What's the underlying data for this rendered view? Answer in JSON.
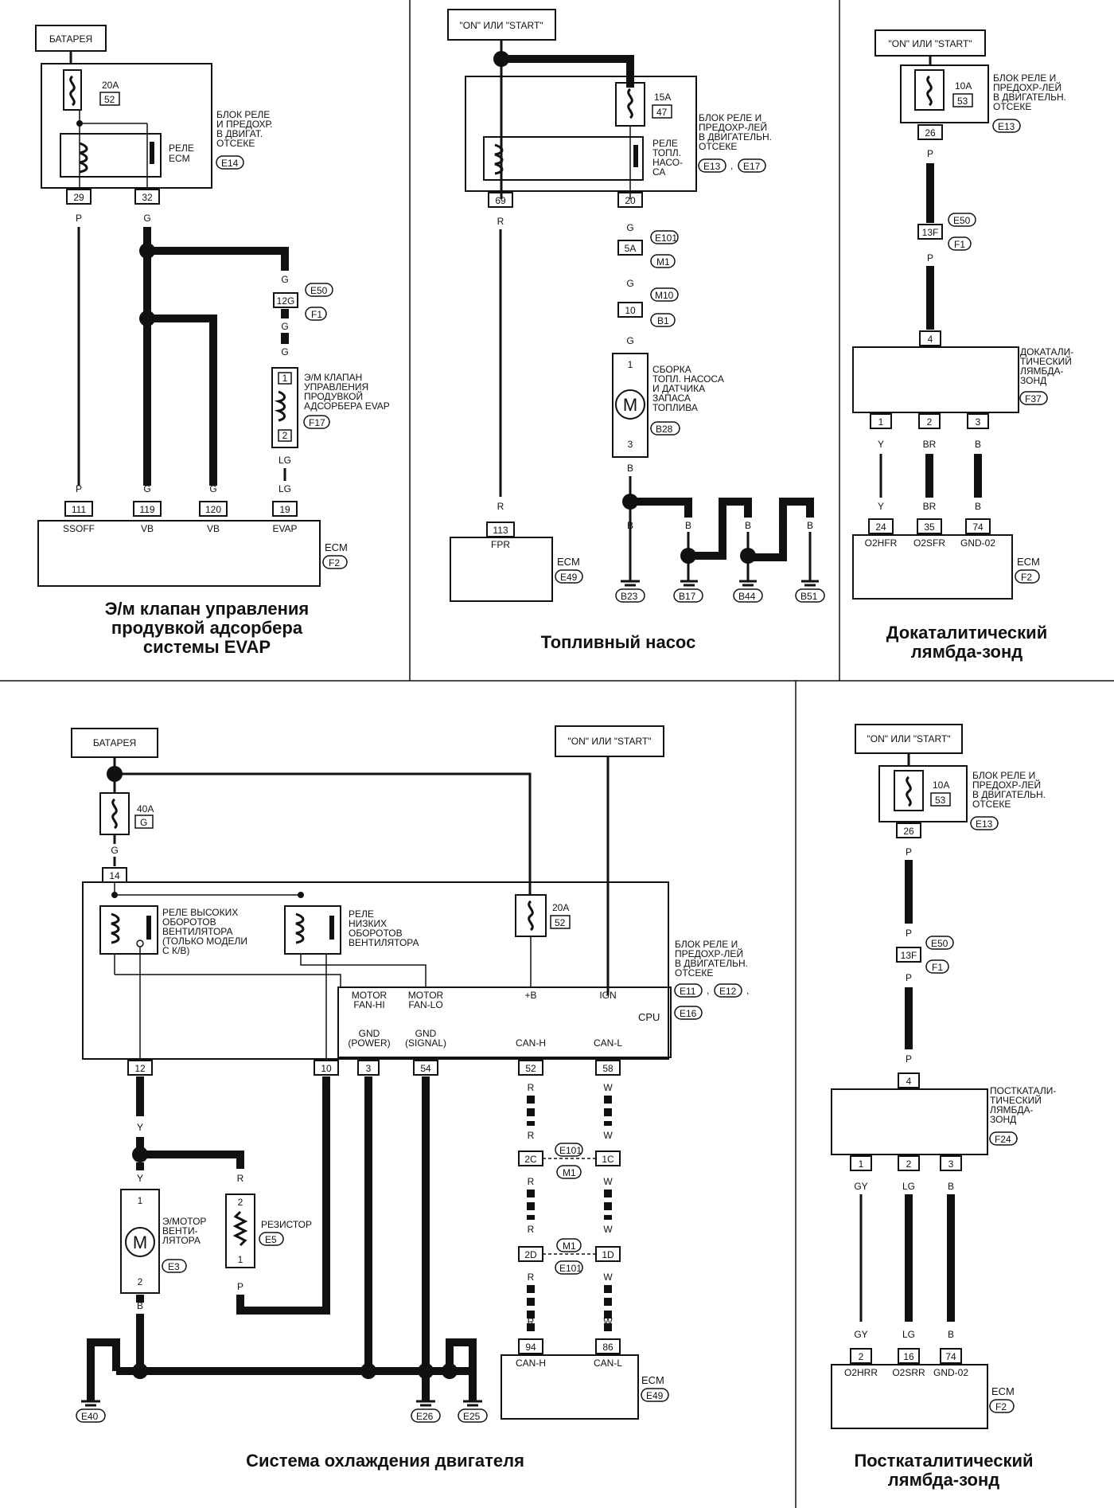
{
  "sections": {
    "evap": {
      "caption": [
        "Э/м клапан управления",
        "продувкой адсорбера",
        "системы EVAP"
      ],
      "source": "БАТАРЕЯ",
      "fuse_amp": "20A",
      "fuse_no": "52",
      "relay_label": [
        "РЕЛЕ",
        "ECM"
      ],
      "block_label": [
        "БЛОК РЕЛЕ",
        "И ПРЕДОХР.",
        "В ДВИГАТ.",
        "ОТСЕКЕ"
      ],
      "block_conn": "E14",
      "pins_top": [
        "29",
        "32"
      ],
      "wire_p": "P",
      "wire_g": "G",
      "wire_lg": "LG",
      "junction_conn": "12G",
      "junction_tags": [
        "E50",
        "F1"
      ],
      "valve_label": [
        "Э/М КЛАПАН",
        "УПРАВЛЕНИЯ",
        "ПРОДУВКОЙ",
        "АДСОРБЕРА EVAP"
      ],
      "valve_conn": "F17",
      "valve_pins": [
        "1",
        "2"
      ],
      "ecm_pins": [
        "111",
        "119",
        "120",
        "19"
      ],
      "ecm_signals": [
        "SSOFF",
        "VB",
        "VB",
        "EVAP"
      ],
      "ecm_label": "ECM",
      "ecm_conn": "F2"
    },
    "fuel_pump": {
      "caption": [
        "Топливный насос"
      ],
      "source": "\"ON\" ИЛИ \"START\"",
      "fuse_amp": "15A",
      "fuse_no": "47",
      "relay_label": [
        "РЕЛЕ",
        "ТОПЛ.",
        "НАСО-",
        "СА"
      ],
      "block_label": [
        "БЛОК РЕЛЕ И",
        "ПРЕДОХР-ЛЕЙ",
        "В ДВИГАТЕЛЬН.",
        "ОТСЕКЕ"
      ],
      "block_conns": [
        "E13",
        "E17"
      ],
      "pins_top": [
        "69",
        "20"
      ],
      "conn_5a": "5A",
      "conn_5a_tags": [
        "E101",
        "M1"
      ],
      "conn_10": "10",
      "conn_10_tags": [
        "M10",
        "B1"
      ],
      "pump_label": [
        "СБОРКА",
        "ТОПЛ. НАСОСА",
        "И ДАТЧИКА",
        "ЗАПАСА",
        "ТОПЛИВА"
      ],
      "pump_conn": "B28",
      "pump_pins": [
        "1",
        "3"
      ],
      "ecm_pin": "113",
      "ecm_signal": "FPR",
      "ecm_label": "ECM",
      "ecm_conn": "E49",
      "grounds": [
        "B23",
        "B17",
        "B44",
        "B51"
      ],
      "wire_r": "R",
      "wire_g": "G",
      "wire_b": "B"
    },
    "pre_sensor": {
      "caption": [
        "Докаталитический",
        "лямбда-зонд"
      ],
      "source": "\"ON\" ИЛИ \"START\"",
      "fuse_amp": "10A",
      "fuse_no": "53",
      "block_label": [
        "БЛОК РЕЛЕ И",
        "ПРЕДОХР-ЛЕЙ",
        "В ДВИГАТЕЛЬН.",
        "ОТСЕКЕ"
      ],
      "block_conn": "E13",
      "pin_top": "26",
      "junction_conn": "13F",
      "junction_tags": [
        "E50",
        "F1"
      ],
      "sensor_pin_top": "4",
      "sensor_label": [
        "ДОКАТАЛИ-",
        "ТИЧЕСКИЙ",
        "ЛЯМБДА-",
        "ЗОНД"
      ],
      "sensor_conn": "F37",
      "sensor_pins": [
        "1",
        "2",
        "3"
      ],
      "wires": [
        "Y",
        "BR",
        "B"
      ],
      "wire_p": "P",
      "ecm_pins": [
        "24",
        "35",
        "74"
      ],
      "ecm_signals": [
        "O2HFR",
        "O2SFR",
        "GND-02"
      ],
      "ecm_label": "ECM",
      "ecm_conn": "F2"
    },
    "cooling": {
      "caption": [
        "Система охлаждения двигателя"
      ],
      "source_bat": "БАТАРЕЯ",
      "source_ign": "\"ON\" ИЛИ \"START\"",
      "fuse40_amp": "40A",
      "fuse40_no": "G",
      "fuse20_amp": "20A",
      "fuse20_no": "52",
      "pin_in": "14",
      "relay_hi": [
        "РЕЛЕ ВЫСОКИХ",
        "ОБОРОТОВ",
        "ВЕНТИЛЯТОРА",
        "(ТОЛЬКО МОДЕЛИ",
        "С К/В)"
      ],
      "relay_lo": [
        "РЕЛЕ",
        "НИЗКИХ",
        "ОБОРОТОВ",
        "ВЕНТИЛЯТОРА"
      ],
      "block_label": [
        "БЛОК РЕЛЕ И",
        "ПРЕДОХР-ЛЕЙ",
        "В ДВИГАТЕЛЬН.",
        "ОТСЕКЕ"
      ],
      "block_conns": [
        "E11",
        "E12",
        "E16"
      ],
      "cpu_label": "CPU",
      "cpu_top": [
        "MOTOR",
        "FAN-HI",
        "MOTOR",
        "FAN-LO",
        "+B",
        "IGN"
      ],
      "cpu_bottom": [
        "GND",
        "(POWER)",
        "GND",
        "(SIGNAL)",
        "CAN-H",
        "CAN-L"
      ],
      "pins_bottom": [
        "12",
        "10",
        "3",
        "54",
        "52",
        "58"
      ],
      "wires": [
        "G",
        "Y",
        "R",
        "P",
        "B",
        "W"
      ],
      "motor_label": [
        "Э/МОТОР",
        "ВЕНТИ-",
        "ЛЯТОРА"
      ],
      "motor_conn": "E3",
      "motor_pins": [
        "1",
        "2"
      ],
      "resistor_label": "РЕЗИСТОР",
      "resistor_conn": "E5",
      "resistor_pins": [
        "2",
        "1"
      ],
      "can_conns": [
        "2C",
        "1C",
        "2D",
        "1D"
      ],
      "can_tags": [
        "E101",
        "M1",
        "M1",
        "E101"
      ],
      "ecm_pins": [
        "94",
        "86"
      ],
      "ecm_signals": [
        "CAN-H",
        "CAN-L"
      ],
      "ecm_label": "ECM",
      "ecm_conn": "E49",
      "grounds": [
        "E40",
        "E26",
        "E25"
      ]
    },
    "post_sensor": {
      "caption": [
        "Посткаталитический",
        "лямбда-зонд"
      ],
      "source": "\"ON\" ИЛИ \"START\"",
      "fuse_amp": "10A",
      "fuse_no": "53",
      "block_label": [
        "БЛОК РЕЛЕ И",
        "ПРЕДОХР-ЛЕЙ",
        "В ДВИГАТЕЛЬН.",
        "ОТСЕКЕ"
      ],
      "block_conn": "E13",
      "pin_top": "26",
      "junction_conn": "13F",
      "junction_tags": [
        "E50",
        "F1"
      ],
      "sensor_pin_top": "4",
      "sensor_label": [
        "ПОСТКАТАЛИ-",
        "ТИЧЕСКИЙ",
        "ЛЯМБДА-",
        "ЗОНД"
      ],
      "sensor_conn": "F24",
      "sensor_pins": [
        "1",
        "2",
        "3"
      ],
      "wires": [
        "GY",
        "LG",
        "B"
      ],
      "wire_p": "P",
      "ecm_pins": [
        "2",
        "16",
        "74"
      ],
      "ecm_signals": [
        "O2HRR",
        "O2SRR",
        "GND-02"
      ],
      "ecm_label": "ECM",
      "ecm_conn": "F2"
    }
  }
}
